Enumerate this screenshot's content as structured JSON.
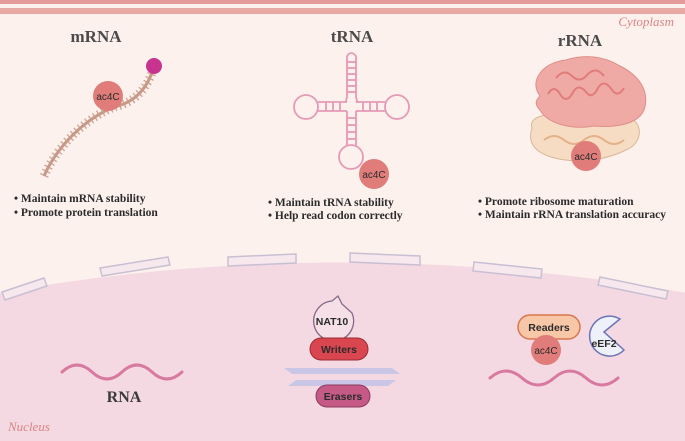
{
  "regions": {
    "cytoplasm": "Cytoplasm",
    "nucleus": "Nucleus"
  },
  "mrna": {
    "title": "mRNA",
    "marker": "ac4C",
    "functions": [
      "Maintain  mRNA stability",
      "Promote protein translation"
    ]
  },
  "trna": {
    "title": "tRNA",
    "marker": "ac4C",
    "functions": [
      "Maintain  tRNA stability",
      "Help read codon correctly"
    ]
  },
  "rrna": {
    "title": "rRNA",
    "marker": "ac4C",
    "functions": [
      "Promote ribosome maturation",
      "Maintain rRNA translation accuracy"
    ]
  },
  "nucleus_content": {
    "rna_label": "RNA",
    "enzyme": "NAT10",
    "writers": "Writers",
    "erasers": "Erasers",
    "readers": "Readers",
    "marker": "ac4C",
    "reader_protein": "eEF2"
  },
  "colors": {
    "cytoplasm_bg": "#fdf1ee",
    "nucleus_bg": "#f4d9e2",
    "accent_red": "#e07d7b",
    "strand_brown": "#c79a88",
    "trna_pink": "#e59ab6",
    "writers_red": "#d9464f",
    "erasers_purple": "#c55a86"
  }
}
